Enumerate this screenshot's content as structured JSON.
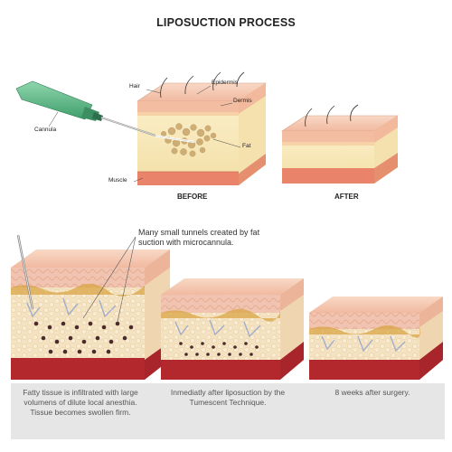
{
  "title": "LIPOSUCTION PROCESS",
  "top_labels": {
    "hair": "Hair",
    "epidermis": "Epidermis",
    "dermis": "Dermis",
    "fat": "Fat",
    "muscle": "Muscle",
    "cannula": "Cannula"
  },
  "stages": {
    "before": "BEFORE",
    "after": "AFTER"
  },
  "callout": "Many small tunnels created by fat suction with microcannula.",
  "captions": [
    "Fatty tissue is infiltrated with large volumens of dilute local anesthia. Tissue becomes swollen firm.",
    "Inmediatly after liposuction by the Tumescent Technique.",
    "8 weeks after surgery."
  ],
  "colors": {
    "skin": "#f4c7b3",
    "fat": "#f7e6b5",
    "muscle": "#d9564a",
    "cannula": "#5bb887",
    "caption_bg": "#e6e6e6"
  }
}
